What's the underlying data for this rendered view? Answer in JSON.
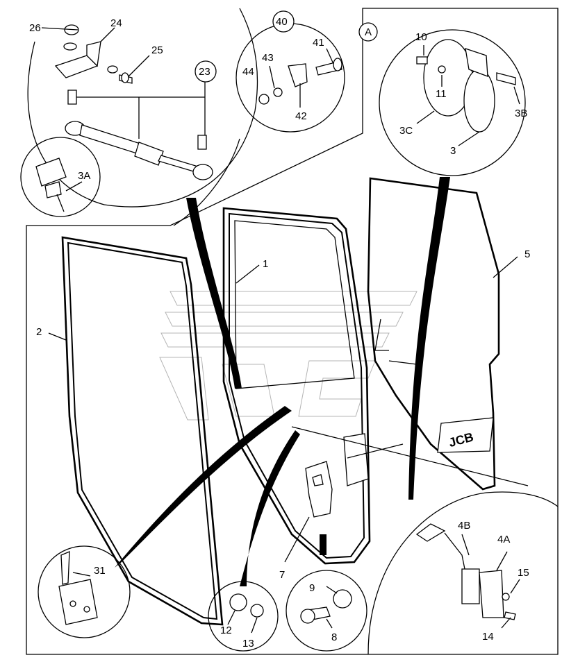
{
  "diagram": {
    "callouts": [
      "1",
      "2",
      "3",
      "3A",
      "3B",
      "3C",
      "4A",
      "4B",
      "5",
      "7",
      "8",
      "9",
      "10",
      "11",
      "12",
      "13",
      "14",
      "15",
      "24",
      "25",
      "26",
      "31",
      "41",
      "42",
      "43",
      "44"
    ],
    "circled_refs": [
      "23",
      "40",
      "A"
    ],
    "logo_text": "JCB"
  }
}
